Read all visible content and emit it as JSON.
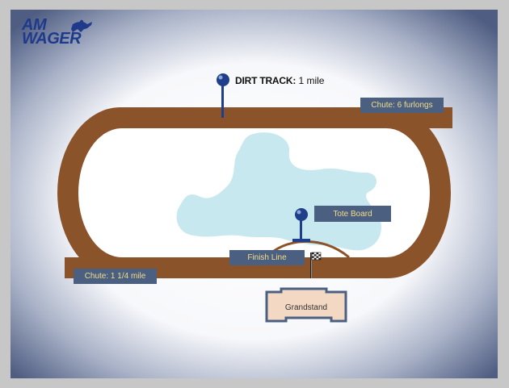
{
  "logo": {
    "line1": "AM",
    "line2": "WAGER",
    "icon": "racing-horse-icon",
    "color": "#1f3a8a"
  },
  "track": {
    "title_bold": "DIRT TRACK:",
    "title_rest": " 1 mile"
  },
  "labels": {
    "chute_6_furlongs": "Chute: 6 furlongs",
    "chute_1_1_4_mile": "Chute: 1 1/4 mile",
    "tote_board": "Tote Board",
    "finish_line": "Finish Line",
    "grandstand": "Grandstand"
  },
  "colors": {
    "dirt": "#8a532a",
    "infield": "#ffffff",
    "lake": "#c7e8ee",
    "marker": "#1f3f8a",
    "label_bg": "#4b5f80",
    "label_text": "#f3dd8a",
    "grandstand_fill": "#f3d9c3",
    "grandstand_border": "#4b5f80"
  },
  "icons": {
    "finish_flag": "checkered-flag-icon",
    "marker": "map-pin-icon"
  }
}
